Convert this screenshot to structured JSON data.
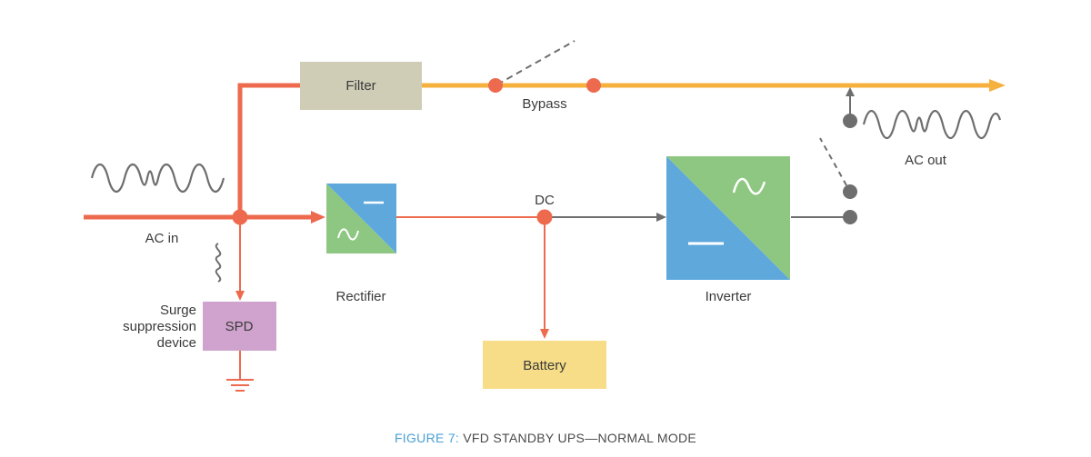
{
  "labels": {
    "filter": "Filter",
    "bypass": "Bypass",
    "ac_out": "AC out",
    "ac_in": "AC in",
    "dc": "DC",
    "rectifier": "Rectifier",
    "inverter": "Inverter",
    "battery": "Battery",
    "spd": "SPD",
    "surge_line1": "Surge",
    "surge_line2": "suppression",
    "surge_line3": "device"
  },
  "caption": {
    "prefix": "FIGURE 7:",
    "title": "VFD STANDBY UPS—NORMAL MODE"
  },
  "colors": {
    "input_line": "#ee6a4e",
    "output_line": "#f5b03e",
    "dc_line": "#ee6a4e",
    "inverter_out_line": "#6e6e6e",
    "filter_box": "#cfcdb6",
    "battery_box": "#f7dd87",
    "spd_box": "#cfa3cd",
    "converter_blue": "#5ea8dc",
    "converter_green": "#8ec781",
    "caption_accent": "#4a9fd4"
  }
}
